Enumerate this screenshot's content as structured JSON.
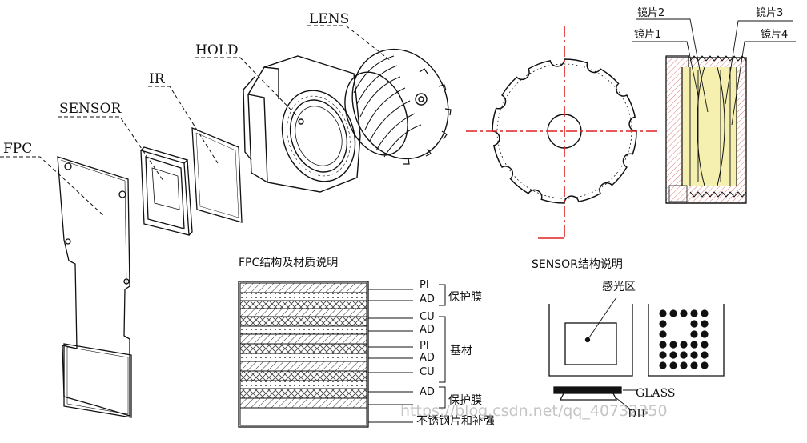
{
  "exploded_view": {
    "fpc_label": "FPC",
    "sensor_label": "SENSOR",
    "ir_label": "IR",
    "hold_label": "HOLD",
    "lens_label": "LENS"
  },
  "lens_section": {
    "lens1_label": "镜片1",
    "lens2_label": "镜片2",
    "lens3_label": "镜片3",
    "lens4_label": "镜片4",
    "lens_fill_color": "#f5f0b0"
  },
  "fpc_structure": {
    "title": "FPC结构及材质说明",
    "layer_labels": [
      "PI",
      "AD",
      "CU",
      "AD",
      "PI",
      "AD",
      "CU",
      "AD"
    ],
    "group_cover_top": "保护膜",
    "group_substrate": "基材",
    "group_cover_bottom": "保护膜",
    "stiffener_label": "不锈钢片和补强"
  },
  "sensor_structure": {
    "title": "SENSOR结构说明",
    "photosensitive_label": "感光区",
    "glass_label": "GLASS",
    "die_label": "DIE"
  },
  "watermark": "https://blog.csdn.net/qq_40732350"
}
